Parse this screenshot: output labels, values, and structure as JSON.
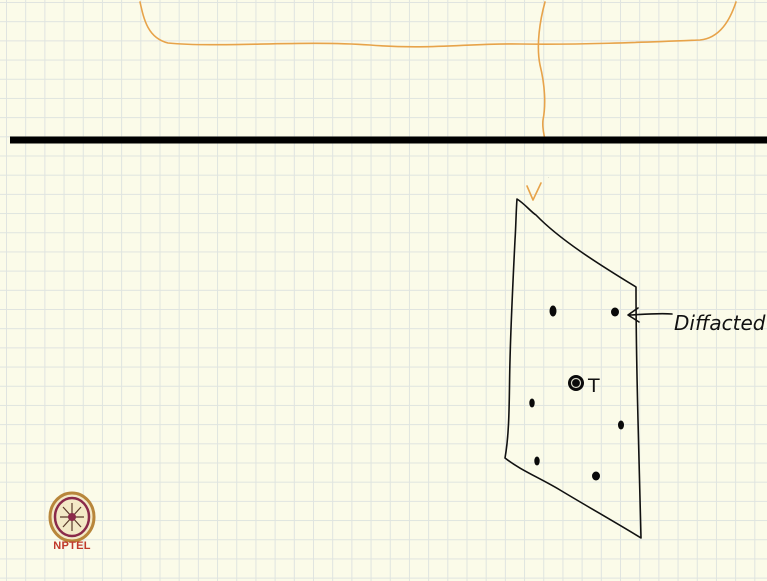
{
  "whiteboard": {
    "annotations": {
      "label_v": "v",
      "label_transmitted": "T",
      "label_diffracted": "Diffacted"
    },
    "logo": {
      "label": "NPTEL"
    }
  },
  "colors": {
    "paper": "#fbfbe9",
    "grid": "#dfe4e0",
    "ink_black": "#111111",
    "ink_orange": "#e7a34a",
    "logo_red": "#c0392b"
  }
}
